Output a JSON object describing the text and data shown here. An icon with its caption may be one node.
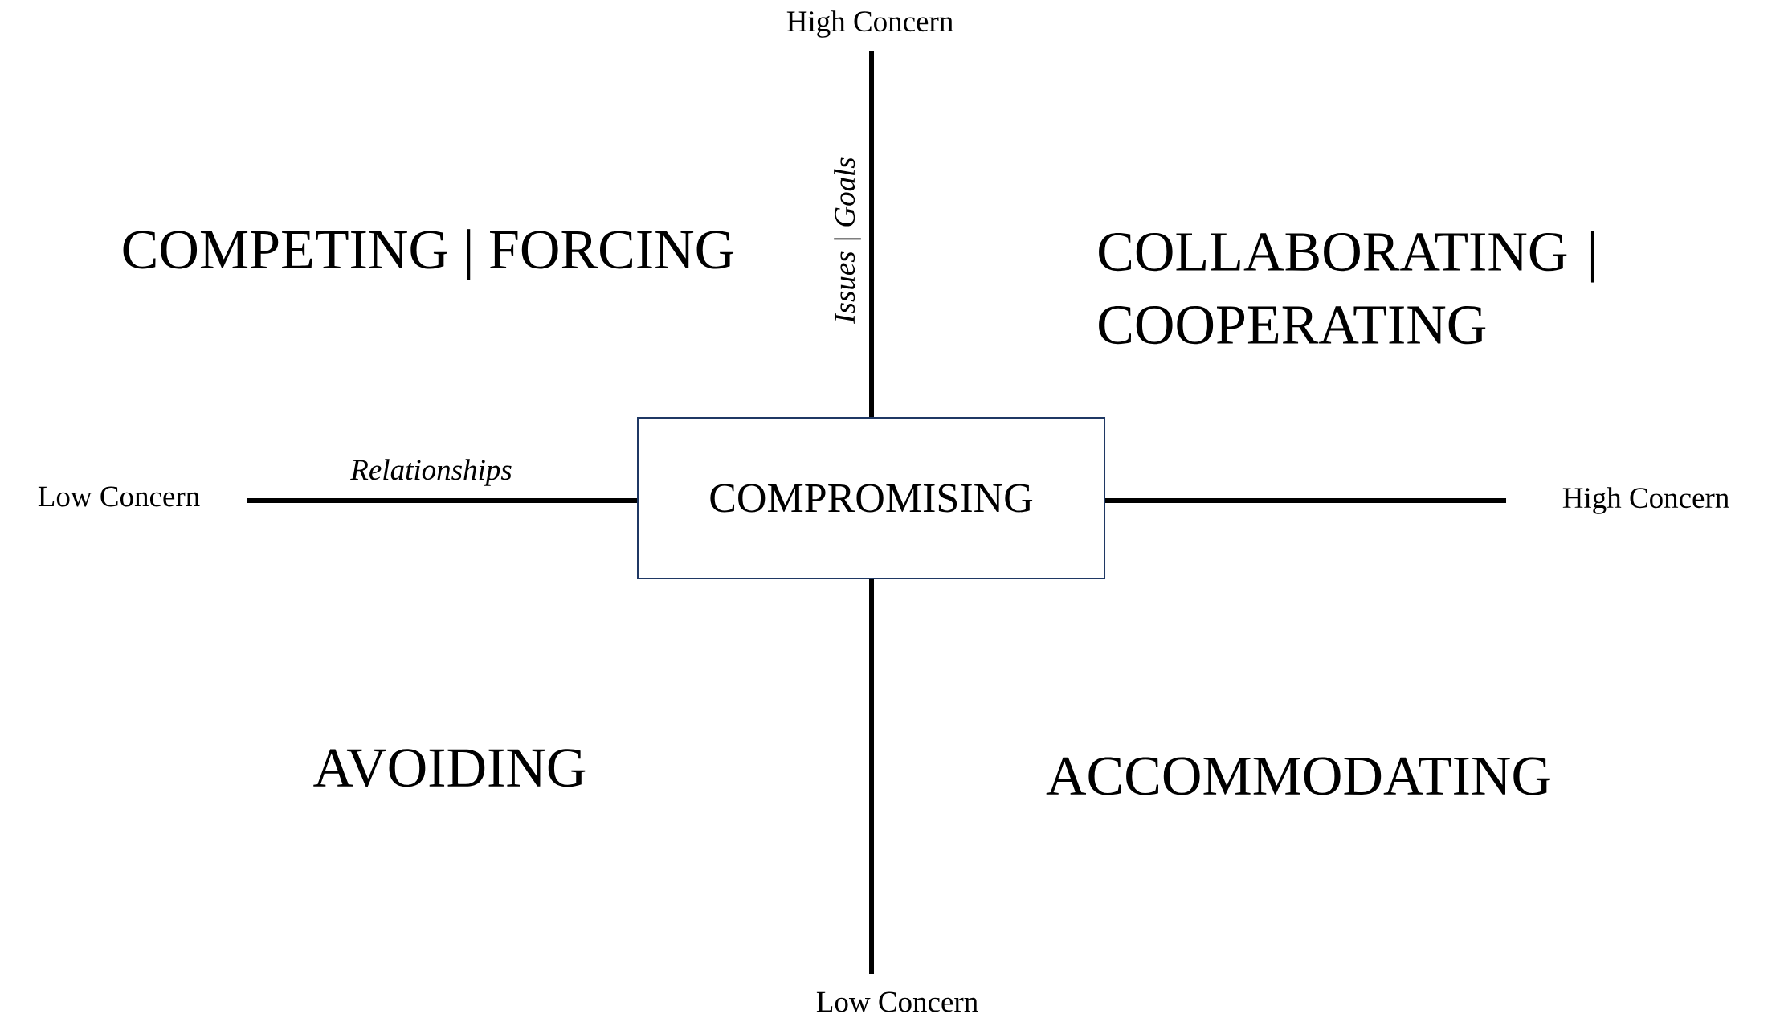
{
  "diagram": {
    "nodes": [
      {
        "text": [
          "COMPROMISING"
        ]
      }
    ],
    "labels": [
      "High Concern",
      "Issues | Goals",
      "COMPETING | FORCING",
      "COLLABORATING | COOPERATING",
      "Low Concern",
      "Relationships",
      "High Concern",
      "AVOIDING",
      "ACCOMMODATING",
      "Low Concern"
    ]
  }
}
